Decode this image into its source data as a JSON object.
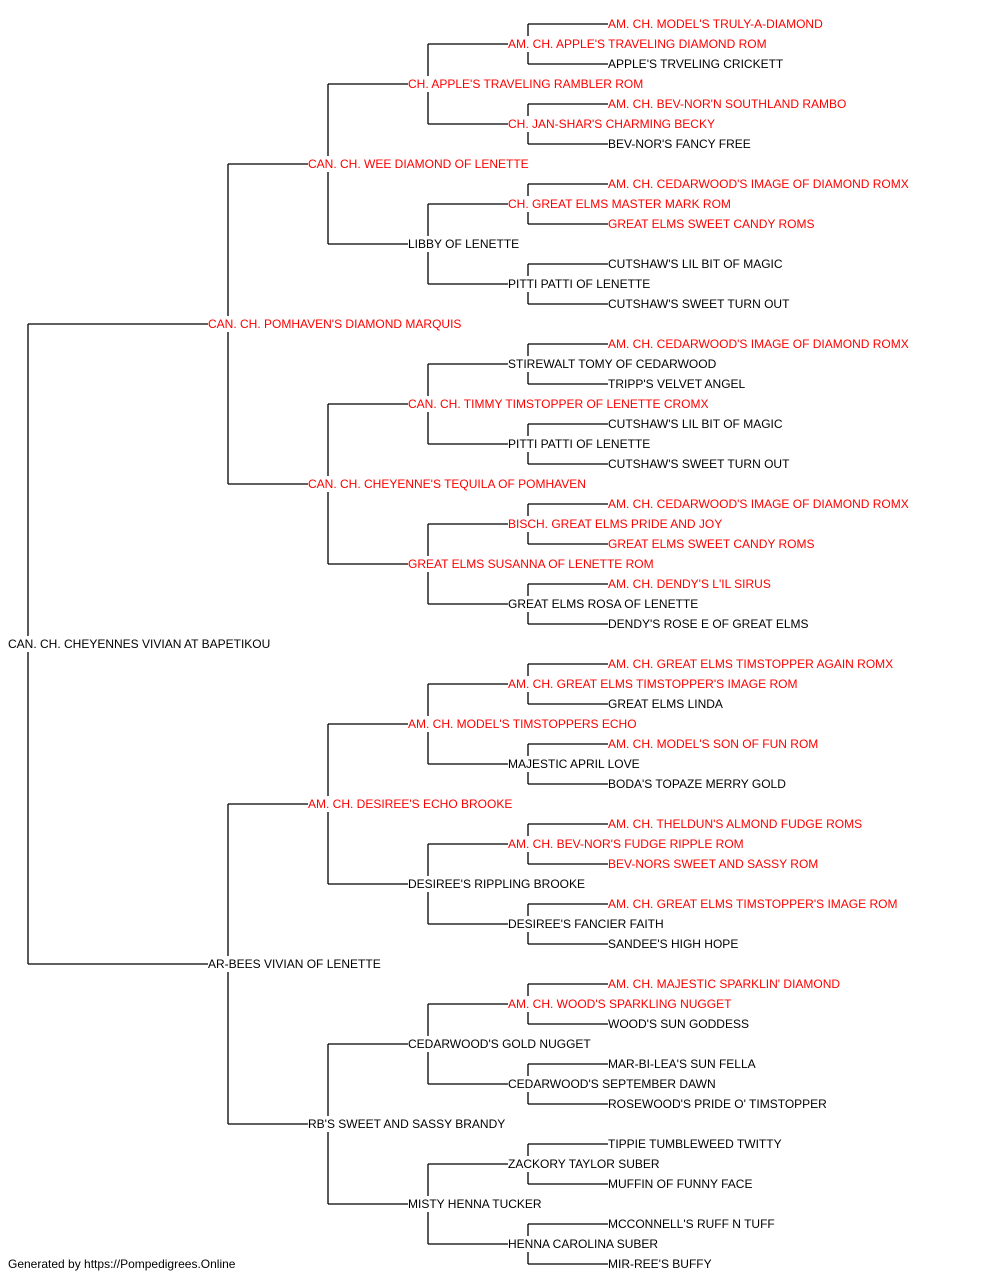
{
  "colors": {
    "champion": "#ff0000",
    "normal": "#000000",
    "line": "#000000"
  },
  "footer": "Generated by https://Pompedigrees.Online",
  "pedigree": {
    "name": "CAN. CH. CHEYENNES VIVIAN AT BAPETIKOU",
    "champion": false,
    "sire": {
      "name": "CAN. CH. POMHAVEN'S DIAMOND MARQUIS",
      "champion": true,
      "sire": {
        "name": "CAN. CH. WEE DIAMOND OF LENETTE",
        "champion": true,
        "sire": {
          "name": "CH. APPLE'S TRAVELING RAMBLER ROM",
          "champion": true,
          "sire": {
            "name": "AM. CH. APPLE'S TRAVELING DIAMOND ROM",
            "champion": true,
            "sire": {
              "name": "AM. CH. MODEL'S TRULY-A-DIAMOND",
              "champion": true
            },
            "dam": {
              "name": "APPLE'S TRVELING CRICKETT",
              "champion": false
            }
          },
          "dam": {
            "name": "CH. JAN-SHAR'S CHARMING BECKY",
            "champion": true,
            "sire": {
              "name": "AM. CH. BEV-NOR'N SOUTHLAND RAMBO",
              "champion": true
            },
            "dam": {
              "name": "BEV-NOR'S FANCY FREE",
              "champion": false
            }
          }
        },
        "dam": {
          "name": "LIBBY OF LENETTE",
          "champion": false,
          "sire": {
            "name": "CH. GREAT ELMS MASTER MARK ROM",
            "champion": true,
            "sire": {
              "name": "AM. CH. CEDARWOOD'S IMAGE OF DIAMOND ROMX",
              "champion": true
            },
            "dam": {
              "name": "GREAT ELMS SWEET CANDY ROMS",
              "champion": true
            }
          },
          "dam": {
            "name": "PITTI PATTI OF LENETTE",
            "champion": false,
            "sire": {
              "name": "CUTSHAW'S LIL BIT OF MAGIC",
              "champion": false
            },
            "dam": {
              "name": "CUTSHAW'S SWEET TURN OUT",
              "champion": false
            }
          }
        }
      },
      "dam": {
        "name": "CAN. CH. CHEYENNE'S TEQUILA OF POMHAVEN",
        "champion": true,
        "sire": {
          "name": "CAN. CH. TIMMY TIMSTOPPER OF LENETTE CROMX",
          "champion": true,
          "sire": {
            "name": "STIREWALT TOMY OF CEDARWOOD",
            "champion": false,
            "sire": {
              "name": "AM. CH. CEDARWOOD'S IMAGE OF DIAMOND ROMX",
              "champion": true
            },
            "dam": {
              "name": "TRIPP'S VELVET ANGEL",
              "champion": false
            }
          },
          "dam": {
            "name": "PITTI PATTI OF LENETTE",
            "champion": false,
            "sire": {
              "name": "CUTSHAW'S LIL BIT OF MAGIC",
              "champion": false
            },
            "dam": {
              "name": "CUTSHAW'S SWEET TURN OUT",
              "champion": false
            }
          }
        },
        "dam": {
          "name": "GREAT ELMS SUSANNA OF LENETTE ROM",
          "champion": true,
          "sire": {
            "name": "BISCH. GREAT ELMS PRIDE AND JOY",
            "champion": true,
            "sire": {
              "name": "AM. CH. CEDARWOOD'S IMAGE OF DIAMOND ROMX",
              "champion": true
            },
            "dam": {
              "name": "GREAT ELMS SWEET CANDY ROMS",
              "champion": true
            }
          },
          "dam": {
            "name": "GREAT ELMS ROSA OF LENETTE",
            "champion": false,
            "sire": {
              "name": "AM. CH. DENDY'S L'IL SIRUS",
              "champion": true
            },
            "dam": {
              "name": "DENDY'S ROSE E OF GREAT ELMS",
              "champion": false
            }
          }
        }
      }
    },
    "dam": {
      "name": "AR-BEES VIVIAN OF LENETTE",
      "champion": false,
      "sire": {
        "name": "AM. CH. DESIREE'S ECHO BROOKE",
        "champion": true,
        "sire": {
          "name": "AM. CH. MODEL'S TIMSTOPPERS ECHO",
          "champion": true,
          "sire": {
            "name": "AM. CH. GREAT ELMS TIMSTOPPER'S IMAGE ROM",
            "champion": true,
            "sire": {
              "name": "AM. CH. GREAT ELMS TIMSTOPPER AGAIN ROMX",
              "champion": true
            },
            "dam": {
              "name": "GREAT ELMS LINDA",
              "champion": false
            }
          },
          "dam": {
            "name": "MAJESTIC APRIL LOVE",
            "champion": false,
            "sire": {
              "name": "AM. CH. MODEL'S SON OF FUN ROM",
              "champion": true
            },
            "dam": {
              "name": "BODA'S TOPAZE MERRY GOLD",
              "champion": false
            }
          }
        },
        "dam": {
          "name": "DESIREE'S RIPPLING BROOKE",
          "champion": false,
          "sire": {
            "name": "AM. CH. BEV-NOR'S FUDGE RIPPLE ROM",
            "champion": true,
            "sire": {
              "name": "AM. CH. THELDUN'S ALMOND FUDGE ROMS",
              "champion": true
            },
            "dam": {
              "name": "BEV-NORS SWEET AND SASSY ROM",
              "champion": true
            }
          },
          "dam": {
            "name": "DESIREE'S FANCIER FAITH",
            "champion": false,
            "sire": {
              "name": "AM. CH. GREAT ELMS TIMSTOPPER'S IMAGE ROM",
              "champion": true
            },
            "dam": {
              "name": "SANDEE'S HIGH HOPE",
              "champion": false
            }
          }
        }
      },
      "dam": {
        "name": "RB'S SWEET AND SASSY BRANDY",
        "champion": false,
        "sire": {
          "name": "CEDARWOOD'S GOLD NUGGET",
          "champion": false,
          "sire": {
            "name": "AM. CH. WOOD'S SPARKLING NUGGET",
            "champion": true,
            "sire": {
              "name": "AM. CH. MAJESTIC SPARKLIN' DIAMOND",
              "champion": true
            },
            "dam": {
              "name": "WOOD'S SUN GODDESS",
              "champion": false
            }
          },
          "dam": {
            "name": "CEDARWOOD'S SEPTEMBER DAWN",
            "champion": false,
            "sire": {
              "name": "MAR-BI-LEA'S SUN FELLA",
              "champion": false
            },
            "dam": {
              "name": "ROSEWOOD'S PRIDE O' TIMSTOPPER",
              "champion": false
            }
          }
        },
        "dam": {
          "name": "MISTY HENNA TUCKER",
          "champion": false,
          "sire": {
            "name": "ZACKORY TAYLOR SUBER",
            "champion": false,
            "sire": {
              "name": "TIPPIE TUMBLEWEED TWITTY",
              "champion": false
            },
            "dam": {
              "name": "MUFFIN OF FUNNY FACE",
              "champion": false
            }
          },
          "dam": {
            "name": "HENNA CAROLINA SUBER",
            "champion": false,
            "sire": {
              "name": "MCCONNELL'S RUFF N TUFF",
              "champion": false
            },
            "dam": {
              "name": "MIR-REE'S BUFFY",
              "champion": false
            }
          }
        }
      }
    }
  }
}
